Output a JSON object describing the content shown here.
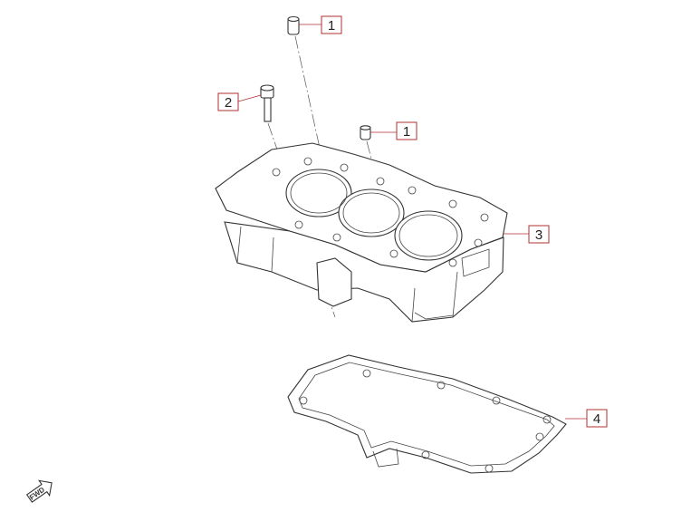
{
  "callouts": [
    {
      "id": "c1a",
      "label": "1"
    },
    {
      "id": "c2",
      "label": "2"
    },
    {
      "id": "c1b",
      "label": "1"
    },
    {
      "id": "c3",
      "label": "3"
    },
    {
      "id": "c4",
      "label": "4"
    }
  ],
  "fwd_label": "FWD",
  "colors": {
    "callout_stroke": "#b03030",
    "line": "#333333"
  }
}
